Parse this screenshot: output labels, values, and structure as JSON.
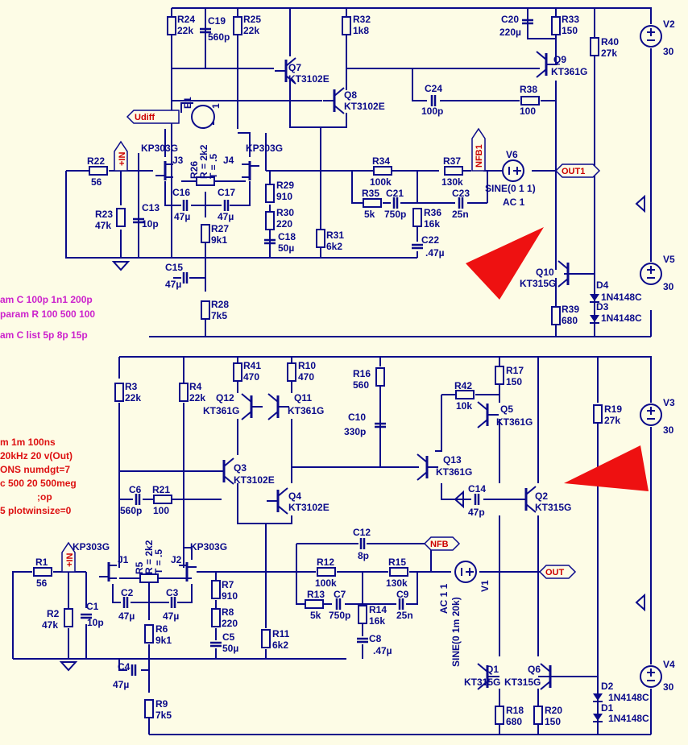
{
  "colors": {
    "wire": "#0a0a8a",
    "background": "#fdfce6",
    "net_label": "#cc0000",
    "directive_magenta": "#cc22cc",
    "directive_red": "#dd1111",
    "marker": "#ee1111"
  },
  "directives": {
    "magenta": [
      "am C 100p 1n1 200p",
      "param R 100 500 100",
      "am C list 5p 8p 15p"
    ],
    "red": [
      "m 1m 100ns",
      "20kHz 20 v(Out)",
      "ONS numdgt=7",
      "c 500 20 500meg",
      ";op",
      "5 plotwinsize=0"
    ]
  },
  "top": {
    "r24": {
      "ref": "R24",
      "val": "22k"
    },
    "c19": {
      "ref": "C19",
      "val": "560p"
    },
    "r25": {
      "ref": "R25",
      "val": "22k"
    },
    "r32": {
      "ref": "R32",
      "val": "1k8"
    },
    "c20": {
      "ref": "C20",
      "val": "220µ"
    },
    "r33": {
      "ref": "R33",
      "val": "150"
    },
    "v2": {
      "ref": "V2",
      "val": "30"
    },
    "r40": {
      "ref": "R40",
      "val": "27k"
    },
    "q7": {
      "ref": "Q7",
      "val": "KT3102E"
    },
    "q9": {
      "ref": "Q9",
      "val": "KT361G"
    },
    "q8": {
      "ref": "Q8",
      "val": "KT3102E"
    },
    "c24": {
      "ref": "C24",
      "val": "100p"
    },
    "r38": {
      "ref": "R38",
      "val": "100"
    },
    "e1": {
      "ref": "E1",
      "pin": "1"
    },
    "udiff": "Udiff",
    "j3": {
      "ref": "J3",
      "val": "KP303G"
    },
    "j4": {
      "ref": "J4",
      "val": "KP303G"
    },
    "r26": {
      "ref": "R26",
      "val": "R = 2k2",
      "val2": "T = .5"
    },
    "plus_in": "+IN",
    "nfb1": "NFB1",
    "out1": "OUT1",
    "r22": {
      "ref": "R22",
      "val": "56"
    },
    "r34": {
      "ref": "R34",
      "val": "100k"
    },
    "r37": {
      "ref": "R37",
      "val": "130k"
    },
    "v6": {
      "ref": "V6",
      "val": "SINE(0 1 1)",
      "val2": "AC 1"
    },
    "c16": {
      "ref": "C16",
      "val": "47µ"
    },
    "c17": {
      "ref": "C17",
      "val": "47µ"
    },
    "r29": {
      "ref": "R29",
      "val": "910"
    },
    "r35": {
      "ref": "R35",
      "val": "5k"
    },
    "c21": {
      "ref": "C21",
      "val": "750p"
    },
    "c23": {
      "ref": "C23",
      "val": "25n"
    },
    "r23": {
      "ref": "R23",
      "val": "47k"
    },
    "c13": {
      "ref": "C13",
      "val": "10p"
    },
    "r27": {
      "ref": "R27",
      "val": "9k1"
    },
    "r30": {
      "ref": "R30",
      "val": "220"
    },
    "r36": {
      "ref": "R36",
      "val": "16k"
    },
    "c18": {
      "ref": "C18",
      "val": "50µ"
    },
    "r31": {
      "ref": "R31",
      "val": "6k2"
    },
    "c22": {
      "ref": "C22",
      "val": ".47µ"
    },
    "c15": {
      "ref": "C15",
      "val": "47µ"
    },
    "q10": {
      "ref": "Q10",
      "val": "KT315G"
    },
    "v5": {
      "ref": "V5",
      "val": "30"
    },
    "d4": {
      "ref": "D4",
      "val": "1N4148C"
    },
    "d3": {
      "ref": "D3",
      "val": "1N4148C"
    },
    "r28": {
      "ref": "R28",
      "val": "7k5"
    },
    "r39": {
      "ref": "R39",
      "val": "680"
    }
  },
  "bottom": {
    "r41": {
      "ref": "R41",
      "val": "470"
    },
    "r10": {
      "ref": "R10",
      "val": "470"
    },
    "r16": {
      "ref": "R16",
      "val": "560"
    },
    "r17": {
      "ref": "R17",
      "val": "150"
    },
    "r3": {
      "ref": "R3",
      "val": "22k"
    },
    "r4": {
      "ref": "R4",
      "val": "22k"
    },
    "q12": {
      "ref": "Q12",
      "val": "KT361G"
    },
    "q11": {
      "ref": "Q11",
      "val": "KT361G"
    },
    "r42": {
      "ref": "R42",
      "val": "10k"
    },
    "q5": {
      "ref": "Q5",
      "val": "KT361G"
    },
    "r19": {
      "ref": "R19",
      "val": "27k"
    },
    "v3": {
      "ref": "V3",
      "val": "30"
    },
    "c10": {
      "ref": "C10",
      "val": "330p"
    },
    "q3": {
      "ref": "Q3",
      "val": "KT3102E"
    },
    "q13": {
      "ref": "Q13",
      "val": "KT361G"
    },
    "c6": {
      "ref": "C6",
      "val": "560p"
    },
    "r21": {
      "ref": "R21",
      "val": "100"
    },
    "q4": {
      "ref": "Q4",
      "val": "KT3102E"
    },
    "c14": {
      "ref": "C14",
      "val": "47p"
    },
    "q2": {
      "ref": "Q2",
      "val": "KT315G"
    },
    "c12": {
      "ref": "C12",
      "val": "8p"
    },
    "nfb": "NFB",
    "j1": {
      "ref": "J1",
      "val": "KP303G"
    },
    "j2": {
      "ref": "J2",
      "val": "KP303G"
    },
    "r5": {
      "ref": "R5",
      "val": "R = 2k2",
      "val2": "T = .5"
    },
    "plus_in": "+IN",
    "r1": {
      "ref": "R1",
      "val": "56"
    },
    "r12": {
      "ref": "R12",
      "val": "100k"
    },
    "r15": {
      "ref": "R15",
      "val": "130k"
    },
    "v1": {
      "ref": "V1",
      "val": "AC 1 1",
      "val2": "SINE(0 1m 20k)"
    },
    "out": "OUT",
    "r7": {
      "ref": "R7",
      "val": "910"
    },
    "c2": {
      "ref": "C2",
      "val": "47µ"
    },
    "c3": {
      "ref": "C3",
      "val": "47µ"
    },
    "r13": {
      "ref": "R13",
      "val": "5k"
    },
    "c7": {
      "ref": "C7",
      "val": "750p"
    },
    "c9": {
      "ref": "C9",
      "val": "25n"
    },
    "r2": {
      "ref": "R2",
      "val": "47k"
    },
    "c1": {
      "ref": "C1",
      "val": "10p"
    },
    "r8": {
      "ref": "R8",
      "val": "220"
    },
    "r14": {
      "ref": "R14",
      "val": "16k"
    },
    "r6": {
      "ref": "R6",
      "val": "9k1"
    },
    "c5": {
      "ref": "C5",
      "val": "50µ"
    },
    "r11": {
      "ref": "R11",
      "val": "6k2"
    },
    "c8": {
      "ref": "C8",
      "val": ".47µ"
    },
    "c4": {
      "ref": "C4",
      "val": "47µ"
    },
    "q1": {
      "ref": "Q1",
      "val": "KT315G"
    },
    "q6": {
      "ref": "Q6",
      "val": "KT315G"
    },
    "v4": {
      "ref": "V4",
      "val": "30"
    },
    "d2": {
      "ref": "D2",
      "val": "1N4148C"
    },
    "d1": {
      "ref": "D1",
      "val": "1N4148C"
    },
    "r9": {
      "ref": "R9",
      "val": "7k5"
    },
    "r18": {
      "ref": "R18",
      "val": "680"
    },
    "r20": {
      "ref": "R20",
      "val": "150"
    }
  }
}
